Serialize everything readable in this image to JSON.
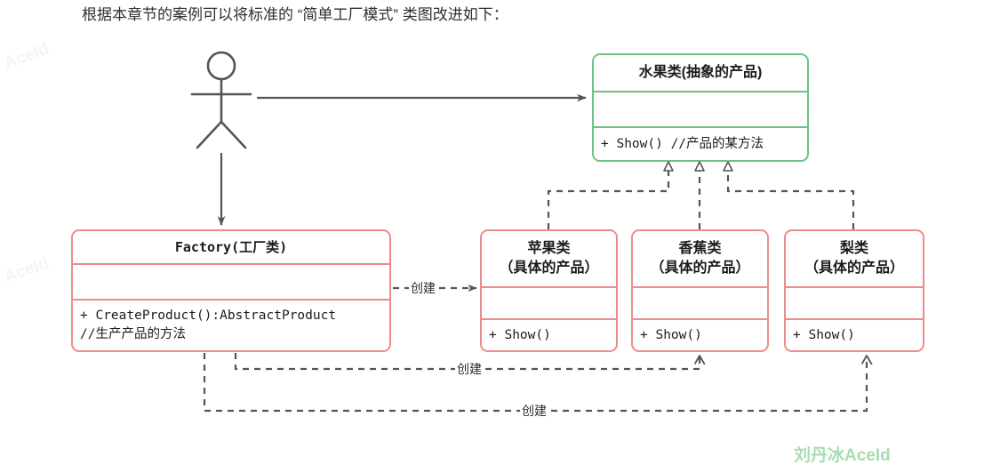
{
  "caption": "根据本章节的案例可以将标准的 “简单工厂模式” 类图改进如下：",
  "colors": {
    "abstract_border": "#6fc184",
    "concrete_border": "#ef8a8a",
    "line": "#555555",
    "watermark": "#a9dcb3"
  },
  "diagram": {
    "type": "uml-class-diagram",
    "actor": {
      "name": "actor-stick-figure"
    },
    "classes": [
      {
        "id": "abstract-product",
        "title": "水果类(抽象的产品)",
        "title_mono": false,
        "stereotype": "abstract",
        "attributes": [],
        "methods": [
          "+ Show() //产品的某方法"
        ],
        "border_color": "#6fc184"
      },
      {
        "id": "factory",
        "title": "Factory(工厂类)",
        "title_mono": true,
        "stereotype": "factory",
        "attributes": [],
        "methods": [
          "+ CreateProduct():AbstractProduct",
          "//生产产品的方法"
        ],
        "border_color": "#ef8a8a"
      },
      {
        "id": "apple",
        "title": "苹果类",
        "subtitle": "（具体的产品）",
        "title_mono": false,
        "stereotype": "concrete",
        "attributes": [],
        "methods": [
          "+ Show()"
        ],
        "border_color": "#ef8a8a"
      },
      {
        "id": "banana",
        "title": "香蕉类",
        "subtitle": "（具体的产品）",
        "title_mono": false,
        "stereotype": "concrete",
        "attributes": [],
        "methods": [
          "+ Show()"
        ],
        "border_color": "#ef8a8a"
      },
      {
        "id": "pear",
        "title": "梨类",
        "subtitle": "（具体的产品）",
        "title_mono": false,
        "stereotype": "concrete",
        "attributes": [],
        "methods": [
          "+ Show()"
        ],
        "border_color": "#ef8a8a"
      }
    ],
    "edges": [
      {
        "id": "actor-to-abstract",
        "from": "actor",
        "to": "abstract-product",
        "style": "solid",
        "arrow": "open-arrow",
        "label": ""
      },
      {
        "id": "actor-to-factory",
        "from": "actor",
        "to": "factory",
        "style": "solid",
        "arrow": "open-arrow",
        "label": ""
      },
      {
        "id": "apple-realizes",
        "from": "apple",
        "to": "abstract-product",
        "style": "dashed",
        "arrow": "hollow-triangle",
        "label": ""
      },
      {
        "id": "banana-realizes",
        "from": "banana",
        "to": "abstract-product",
        "style": "dashed",
        "arrow": "hollow-triangle",
        "label": ""
      },
      {
        "id": "pear-realizes",
        "from": "pear",
        "to": "abstract-product",
        "style": "dashed",
        "arrow": "hollow-triangle",
        "label": ""
      },
      {
        "id": "factory-creates-apple",
        "from": "factory",
        "to": "apple",
        "style": "dashed",
        "arrow": "open-arrow",
        "label": "创建"
      },
      {
        "id": "factory-creates-banana",
        "from": "factory",
        "to": "banana",
        "style": "dashed",
        "arrow": "open-arrow",
        "label": "创建"
      },
      {
        "id": "factory-creates-pear",
        "from": "factory",
        "to": "pear",
        "style": "dashed",
        "arrow": "open-arrow",
        "label": "创建"
      }
    ]
  },
  "watermarks": {
    "main": "刘丹冰AceId",
    "side_top": "AceId",
    "side_bottom": "AceId"
  }
}
